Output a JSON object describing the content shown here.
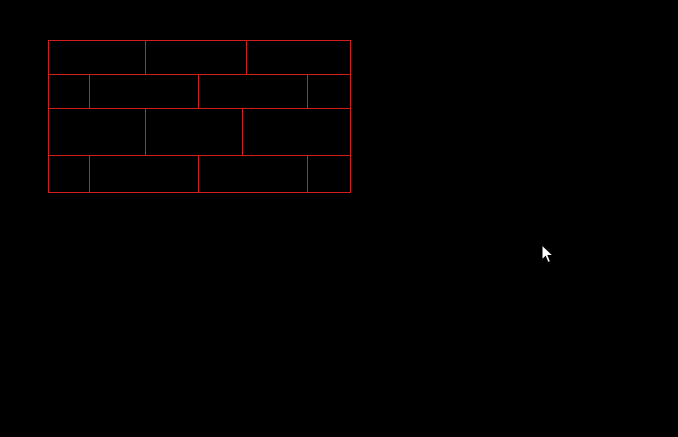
{
  "scene": {
    "background_color": "#000000",
    "stroke_color": "#d21e1e",
    "cursor_icon": "arrow-pointer-icon"
  },
  "brick_wall": {
    "rows": [
      {
        "bricks": 3
      },
      {
        "bricks": 4
      },
      {
        "bricks": 3
      },
      {
        "bricks": 4
      }
    ]
  }
}
